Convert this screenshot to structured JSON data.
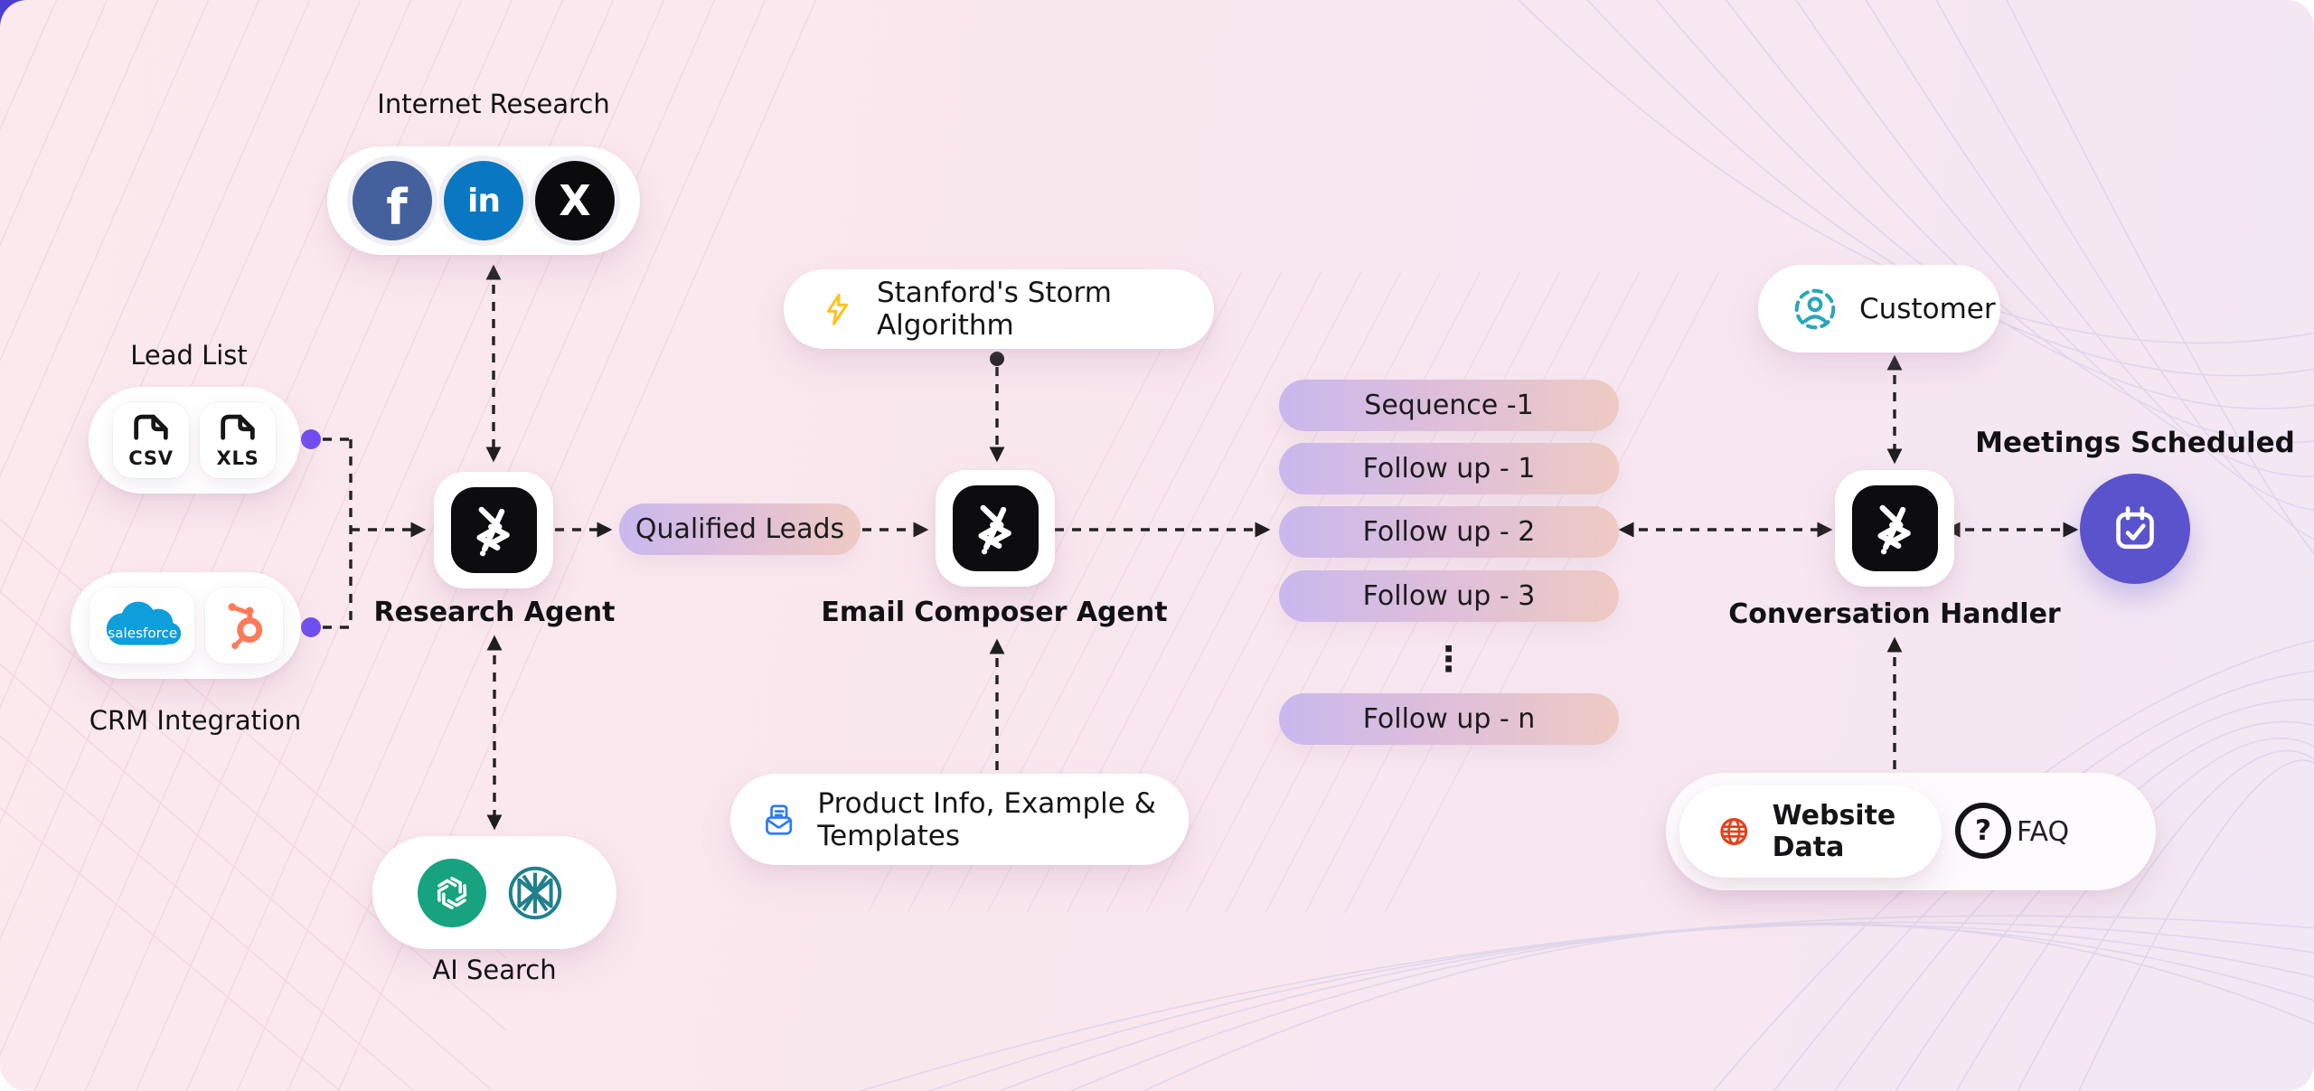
{
  "diagram": {
    "internet_research": {
      "label": "Internet Research"
    },
    "social": {
      "facebook_glyph": "f",
      "linkedin_glyph": "in",
      "x_glyph": "X"
    },
    "lead_list": {
      "label": "Lead List",
      "files": [
        "CSV",
        "XLS"
      ]
    },
    "crm": {
      "label": "CRM Integration",
      "salesforce_text": "salesforce"
    },
    "research_agent": {
      "label": "Research Agent"
    },
    "qualified_leads": {
      "label": "Qualified Leads"
    },
    "storm": {
      "label": "Stanford's Storm Algorithm"
    },
    "email_agent": {
      "label": "Email Composer Agent"
    },
    "sequence": {
      "items": [
        "Sequence -1",
        "Follow up - 1",
        "Follow up - 2",
        "Follow up - 3",
        "Follow up - n"
      ],
      "ellipsis": "⋮"
    },
    "customer": {
      "label": "Customer"
    },
    "conversation_handler": {
      "label": "Conversation Handler"
    },
    "meetings": {
      "label": "Meetings Scheduled"
    },
    "knowledge": {
      "website_label": "Website Data",
      "faq_label": "FAQ",
      "faq_glyph": "?"
    },
    "product_info": {
      "label": "Product Info, Example & Templates"
    },
    "ai_search": {
      "label": "AI Search"
    }
  },
  "colors": {
    "background": "#FAE8EF",
    "sequence_pill_gradient_start": "#C9B8EE",
    "sequence_pill_gradient_end": "#EECAC2",
    "facebook": "#44609D",
    "linkedin": "#0A77C2",
    "x_black": "#0B0B0E",
    "salesforce_blue": "#0D9EDB",
    "hubspot_orange": "#FF7A59",
    "openai_green": "#17A37F",
    "perplexity_teal": "#20808D",
    "customer_teal": "#2AA5BE",
    "globe_red": "#E8401C",
    "envelope_blue": "#2F7BF5",
    "lightning_yellow": "#FFC21E",
    "calendar_purple": "#5B53CC",
    "connector_dot_purple": "#6D4DF2",
    "connector_black": "#222222"
  }
}
